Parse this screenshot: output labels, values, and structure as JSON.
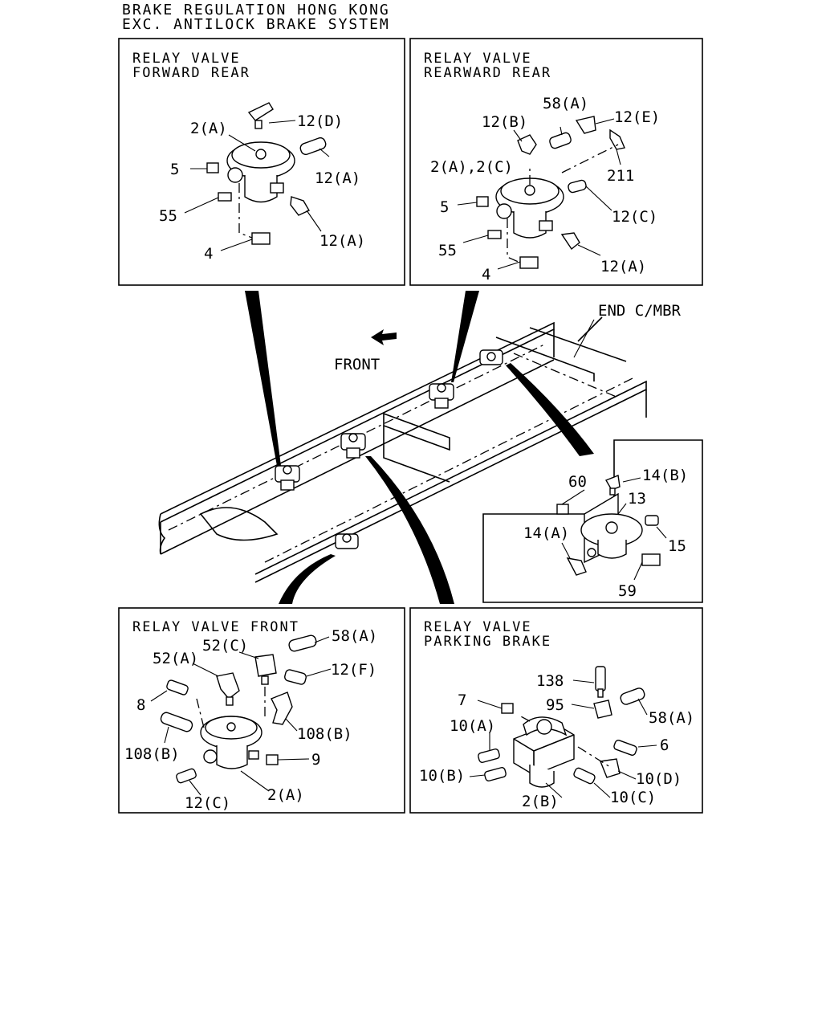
{
  "title": {
    "line1": "BRAKE REGULATION HONG KONG",
    "line2": "EXC. ANTILOCK BRAKE SYSTEM"
  },
  "panels": {
    "forward_rear": {
      "heading1": "RELAY VALVE",
      "heading2": "FORWARD REAR",
      "callouts": {
        "c1": "12(D)",
        "c2": "2(A)",
        "c3": "5",
        "c4": "12(A)",
        "c5": "55",
        "c6": "12(A)",
        "c7": "4"
      }
    },
    "rearward_rear": {
      "heading1": "RELAY VALVE",
      "heading2": "REARWARD REAR",
      "callouts": {
        "c1": "58(A)",
        "c2": "12(B)",
        "c3": "12(E)",
        "c4": "2(A),2(C)",
        "c5": "211",
        "c6": "5",
        "c7": "12(C)",
        "c8": "55",
        "c9": "12(A)",
        "c10": "4"
      }
    },
    "end_crossmember": {
      "callouts": {
        "c1": "60",
        "c2": "14(B)",
        "c3": "13",
        "c4": "15",
        "c5": "14(A)",
        "c6": "59"
      }
    },
    "front": {
      "heading1": "RELAY VALVE FRONT",
      "callouts": {
        "c1": "52(C)",
        "c2": "58(A)",
        "c3": "52(A)",
        "c4": "12(F)",
        "c5": "8",
        "c6": "108(B)",
        "c7": "108(B)",
        "c8": "9",
        "c9": "12(C)",
        "c10": "2(A)"
      }
    },
    "parking_brake": {
      "heading1": "RELAY VALVE",
      "heading2": "PARKING BRAKE",
      "callouts": {
        "c1": "138",
        "c2": "7",
        "c3": "95",
        "c4": "58(A)",
        "c5": "10(A)",
        "c6": "6",
        "c7": "10(B)",
        "c8": "10(D)",
        "c9": "2(B)",
        "c10": "10(C)"
      }
    }
  },
  "frame": {
    "end_label": "END C/MBR",
    "front_label": "FRONT"
  }
}
